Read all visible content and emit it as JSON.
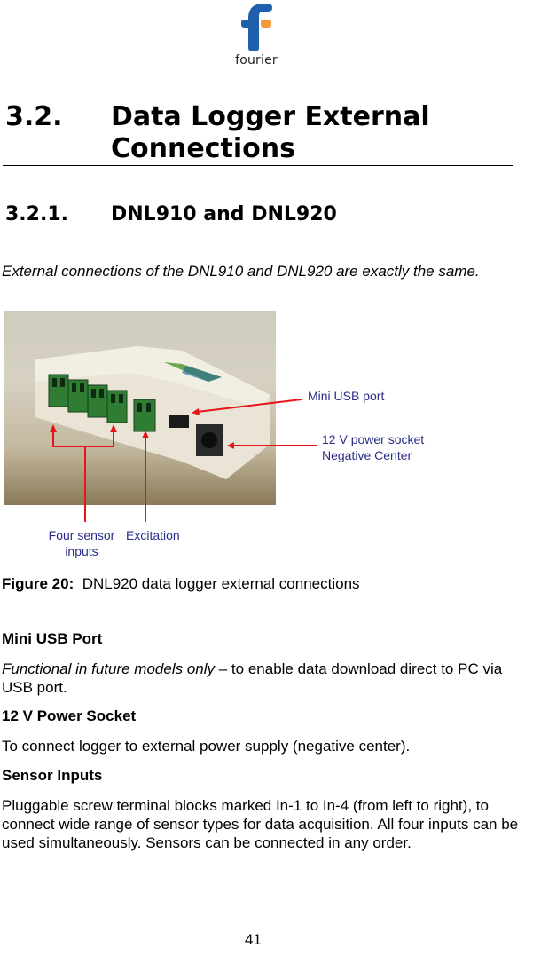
{
  "header": {
    "logo": {
      "wordmark": "fourier",
      "colors": {
        "blue": "#1f5fae",
        "orange": "#f29a3a"
      }
    }
  },
  "heading1": {
    "number": "3.2.",
    "title": "Data Logger External Connections"
  },
  "heading2": {
    "number": "3.2.1.",
    "title": "DNL910 and DNL920"
  },
  "intro": "External connections of the DNL910 and DNL920 are exactly the same.",
  "figure": {
    "image_subject": "DNL920 data logger rear panel photo",
    "callouts": {
      "mini_usb": "Mini USB port",
      "power_line1": "12 V power socket",
      "power_line2": "Negative Center",
      "sensor_line1": "Four sensor",
      "sensor_line2": "inputs",
      "excitation": "Excitation"
    },
    "callout_color": "#2b2c8a",
    "arrow_color": "#e8141c",
    "caption_label": "Figure 20:",
    "caption_text": "DNL920 data logger external connections"
  },
  "sections": [
    {
      "title": "Mini USB Port",
      "body_italic": "Functional in future models only",
      "body": " – to enable data download direct to PC via USB port."
    },
    {
      "title": "12 V Power Socket",
      "body": "To connect logger to external power supply (negative center)."
    },
    {
      "title": "Sensor Inputs",
      "body": "Pluggable screw terminal blocks marked In-1 to In-4 (from left to right), to connect wide range of sensor types for data acquisition. All four inputs can be used simultaneously. Sensors can be connected in any order."
    }
  ],
  "footer": {
    "page_number": "41"
  }
}
